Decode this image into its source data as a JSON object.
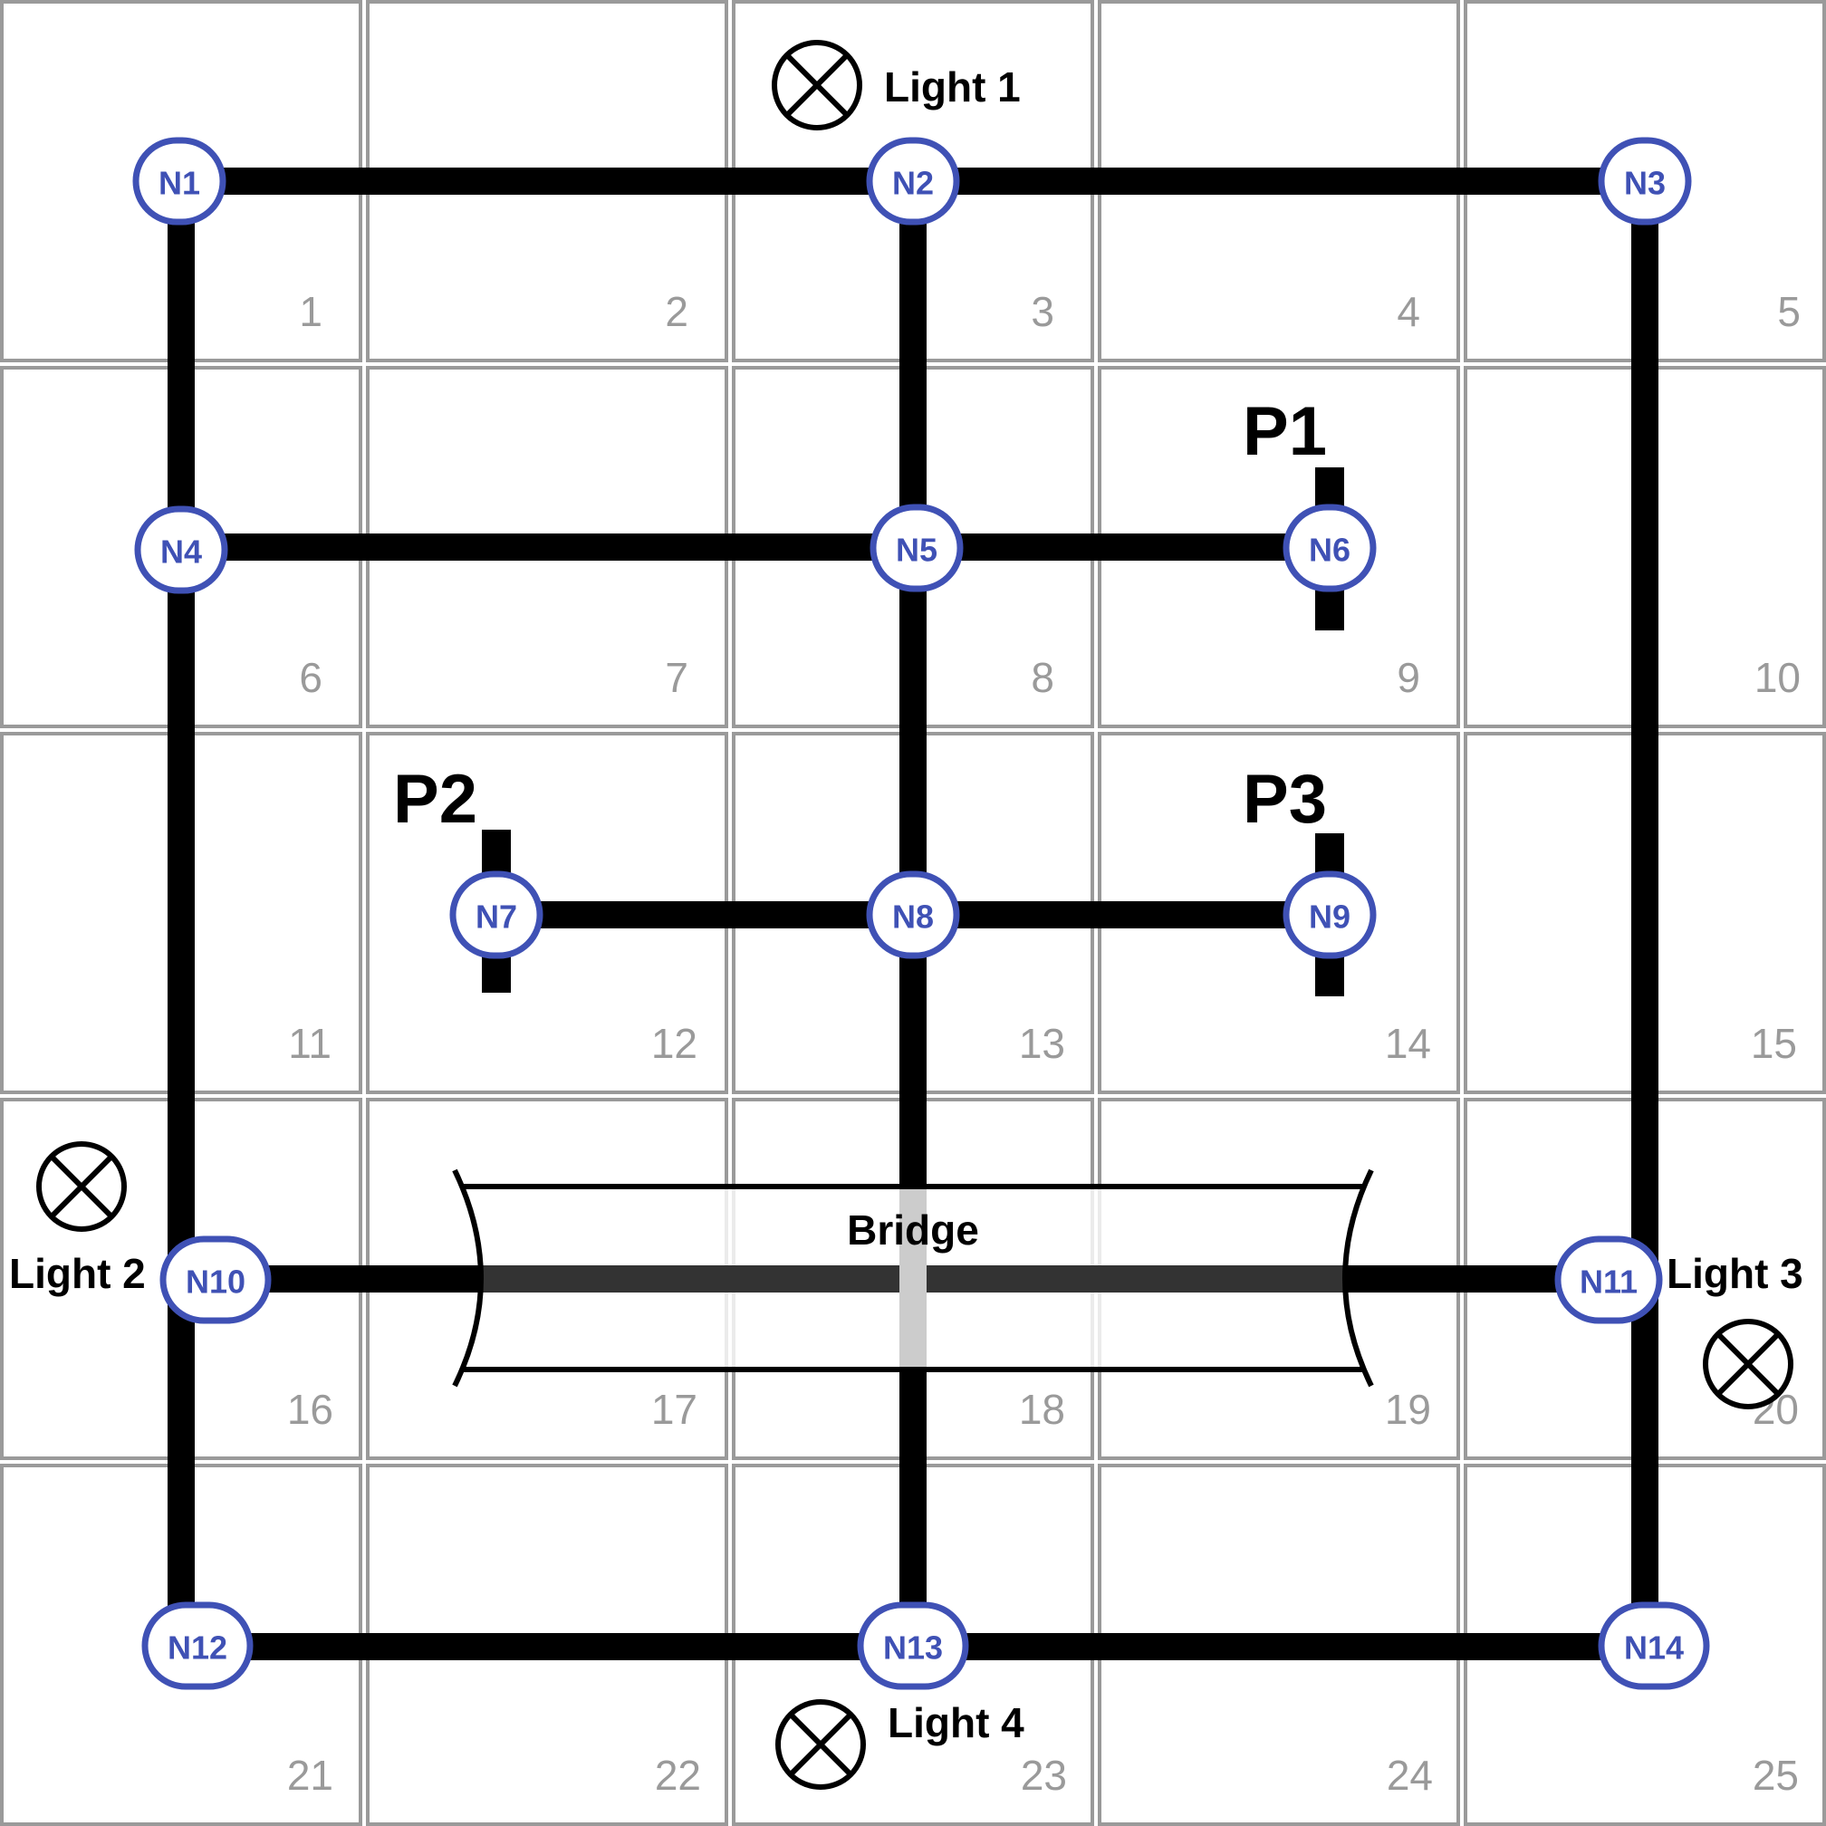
{
  "grid": {
    "cell_numbers": [
      "1",
      "2",
      "3",
      "4",
      "5",
      "6",
      "7",
      "8",
      "9",
      "10",
      "11",
      "12",
      "13",
      "14",
      "15",
      "16",
      "17",
      "18",
      "19",
      "20",
      "21",
      "22",
      "23",
      "24",
      "25"
    ]
  },
  "nodes": [
    {
      "id": "n1",
      "label": "N1"
    },
    {
      "id": "n2",
      "label": "N2"
    },
    {
      "id": "n3",
      "label": "N3"
    },
    {
      "id": "n4",
      "label": "N4"
    },
    {
      "id": "n5",
      "label": "N5"
    },
    {
      "id": "n6",
      "label": "N6"
    },
    {
      "id": "n7",
      "label": "N7"
    },
    {
      "id": "n8",
      "label": "N8"
    },
    {
      "id": "n9",
      "label": "N9"
    },
    {
      "id": "n10",
      "label": "N10"
    },
    {
      "id": "n11",
      "label": "N11"
    },
    {
      "id": "n12",
      "label": "N12"
    },
    {
      "id": "n13",
      "label": "N13"
    },
    {
      "id": "n14",
      "label": "N14"
    }
  ],
  "edges": [
    [
      "N1",
      "N2"
    ],
    [
      "N2",
      "N3"
    ],
    [
      "N1",
      "N4"
    ],
    [
      "N4",
      "N10"
    ],
    [
      "N10",
      "N12"
    ],
    [
      "N3",
      "N14"
    ],
    [
      "N4",
      "N5"
    ],
    [
      "N5",
      "N6"
    ],
    [
      "N2",
      "N5"
    ],
    [
      "N5",
      "N8"
    ],
    [
      "N7",
      "N8"
    ],
    [
      "N8",
      "N9"
    ],
    [
      "N8",
      "N13"
    ],
    [
      "N10",
      "N11"
    ],
    [
      "N12",
      "N13"
    ],
    [
      "N13",
      "N14"
    ]
  ],
  "platforms": [
    {
      "label": "P1",
      "node": "N6"
    },
    {
      "label": "P2",
      "node": "N7"
    },
    {
      "label": "P3",
      "node": "N9"
    }
  ],
  "lights": [
    {
      "label": "Light 1"
    },
    {
      "label": "Light 2"
    },
    {
      "label": "Light 3"
    },
    {
      "label": "Light 4"
    }
  ],
  "bridge": {
    "label": "Bridge",
    "over_edge": [
      "N10",
      "N11"
    ]
  },
  "colors": {
    "node_stroke": "#3f51b5",
    "node_text": "#3f51b5",
    "track": "#000000",
    "grid_line": "#9a9a9a",
    "cell_number": "#9a9a9a",
    "bridge_fill": "#333333"
  }
}
